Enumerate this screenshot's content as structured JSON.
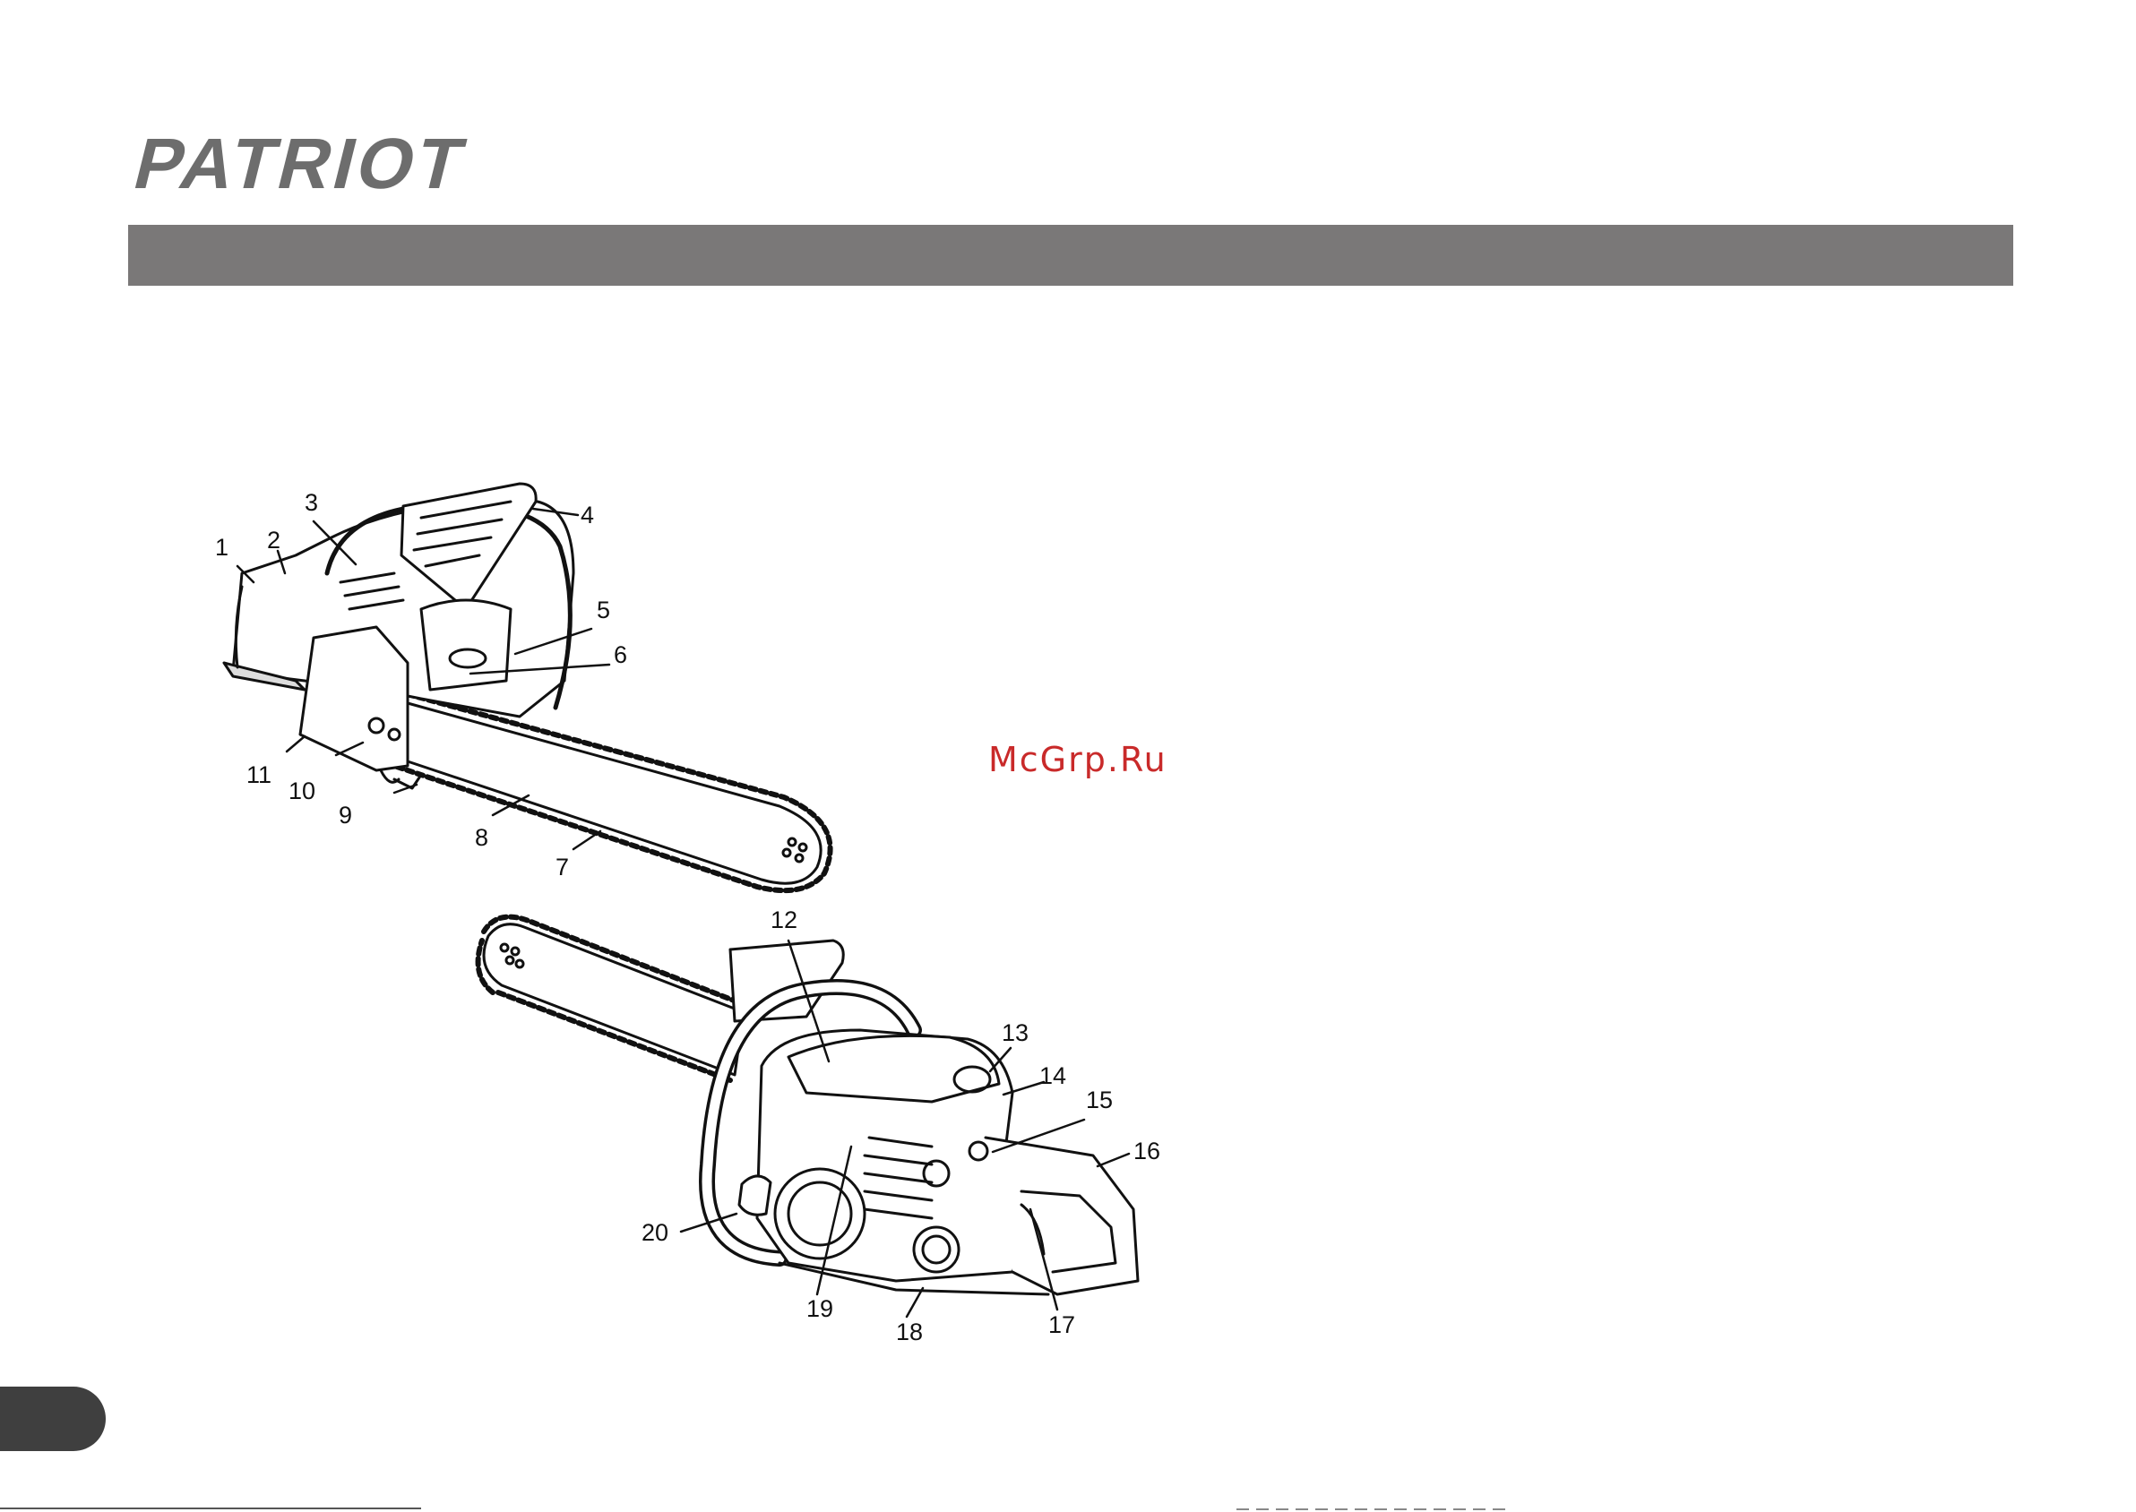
{
  "brand": {
    "logo_text": "PATRIOT"
  },
  "watermark": {
    "text": "McGrp.Ru"
  },
  "colors": {
    "header_bar": "#7a7878",
    "page_tab": "#3f3f3f",
    "watermark": "#c92a2a",
    "logo": "#6d6d6d"
  },
  "callouts": [
    "1",
    "2",
    "3",
    "4",
    "5",
    "6",
    "7",
    "8",
    "9",
    "10",
    "11",
    "12",
    "13",
    "14",
    "15",
    "16",
    "17",
    "18",
    "19",
    "20"
  ]
}
